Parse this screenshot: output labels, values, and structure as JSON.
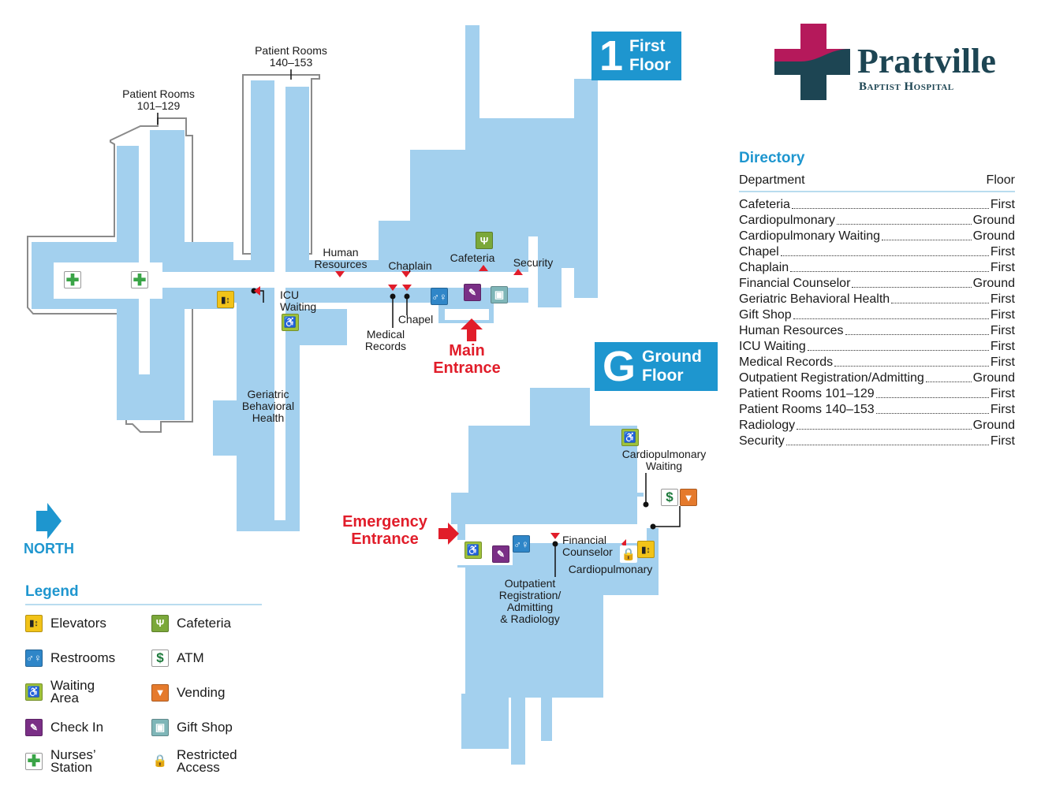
{
  "logo": {
    "name": "Prattville",
    "subtitle": "Baptist Hospital"
  },
  "first_floor": {
    "badge_number": "1",
    "badge_text_line1": "First",
    "badge_text_line2": "Floor",
    "labels": {
      "rooms_101_line1": "Patient Rooms",
      "rooms_101_line2": "101–129",
      "rooms_140_line1": "Patient Rooms",
      "rooms_140_line2": "140–153",
      "human_resources_line1": "Human",
      "human_resources_line2": "Resources",
      "chaplain": "Chaplain",
      "cafeteria": "Cafeteria",
      "security": "Security",
      "icu_line1": "ICU",
      "icu_line2": "Waiting",
      "chapel": "Chapel",
      "medical_records_line1": "Medical",
      "medical_records_line2": "Records",
      "geriatric_line1": "Geriatric",
      "geriatric_line2": "Behavioral",
      "geriatric_line3": "Health",
      "main_entrance_line1": "Main",
      "main_entrance_line2": "Entrance"
    }
  },
  "ground_floor": {
    "badge_number": "G",
    "badge_text_line1": "Ground",
    "badge_text_line2": "Floor",
    "labels": {
      "cardio_waiting_line1": "Cardiopulmonary",
      "cardio_waiting_line2": "Waiting",
      "emergency_line1": "Emergency",
      "emergency_line2": "Entrance",
      "financial_line1": "Financial",
      "financial_line2": "Counselor",
      "cardiopulmonary": "Cardiopulmonary",
      "outpatient_line1": "Outpatient",
      "outpatient_line2": "Registration/",
      "outpatient_line3": "Admitting",
      "outpatient_line4": "& Radiology"
    }
  },
  "north": {
    "label": "NORTH"
  },
  "directory": {
    "title": "Directory",
    "header_department": "Department",
    "header_floor": "Floor",
    "rows": [
      {
        "department": "Cafeteria",
        "floor": "First"
      },
      {
        "department": "Cardiopulmonary",
        "floor": "Ground"
      },
      {
        "department": "Cardiopulmonary Waiting",
        "floor": "Ground"
      },
      {
        "department": "Chapel",
        "floor": "First"
      },
      {
        "department": "Chaplain",
        "floor": "First"
      },
      {
        "department": "Financial Counselor",
        "floor": "Ground"
      },
      {
        "department": "Geriatric Behavioral Health",
        "floor": "First"
      },
      {
        "department": "Gift Shop",
        "floor": "First"
      },
      {
        "department": "Human Resources",
        "floor": "First"
      },
      {
        "department": "ICU Waiting",
        "floor": "First"
      },
      {
        "department": "Medical Records",
        "floor": "First"
      },
      {
        "department": "Outpatient Registration/Admitting",
        "floor": "Ground"
      },
      {
        "department": "Patient Rooms 101–129",
        "floor": "First"
      },
      {
        "department": "Patient Rooms 140–153",
        "floor": "First"
      },
      {
        "department": "Radiology",
        "floor": "Ground"
      },
      {
        "department": "Security",
        "floor": "First"
      }
    ]
  },
  "legend": {
    "title": "Legend",
    "items": [
      {
        "icon": "elevator-icon",
        "label_line1": "Elevators",
        "label_line2": ""
      },
      {
        "icon": "cafeteria-icon",
        "label_line1": "Cafeteria",
        "label_line2": ""
      },
      {
        "icon": "restroom-icon",
        "label_line1": "Restrooms",
        "label_line2": ""
      },
      {
        "icon": "atm-icon",
        "label_line1": "ATM",
        "label_line2": ""
      },
      {
        "icon": "waiting-area-icon",
        "label_line1": "Waiting",
        "label_line2": "Area"
      },
      {
        "icon": "vending-icon",
        "label_line1": "Vending",
        "label_line2": ""
      },
      {
        "icon": "check-in-icon",
        "label_line1": "Check In",
        "label_line2": ""
      },
      {
        "icon": "gift-shop-icon",
        "label_line1": "Gift Shop",
        "label_line2": ""
      },
      {
        "icon": "nurses-station-icon",
        "label_line1": "Nurses’",
        "label_line2": "Station"
      },
      {
        "icon": "restricted-access-icon",
        "label_line1": "Restricted",
        "label_line2": "Access"
      }
    ]
  },
  "colors": {
    "floor_fill": "#a3d0ee",
    "accent_blue": "#1e96cf",
    "entrance_red": "#e11d2a",
    "logo_magenta": "#b5195b",
    "logo_teal": "#1d4553"
  }
}
